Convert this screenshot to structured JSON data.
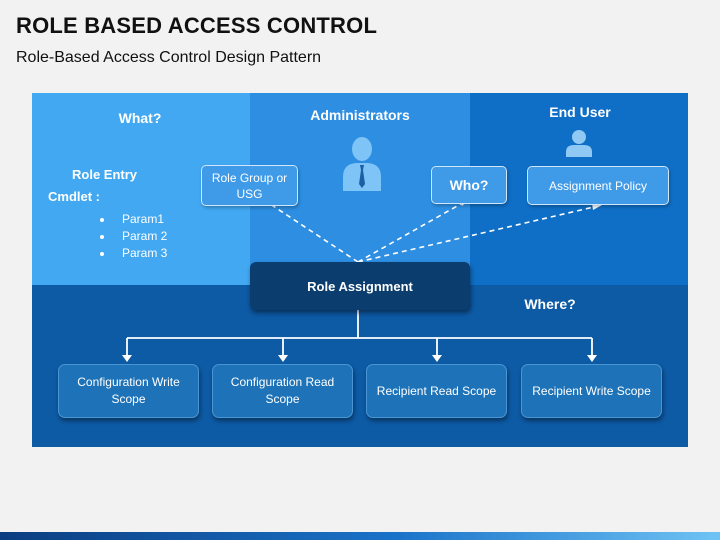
{
  "title": "ROLE BASED ACCESS CONTROL",
  "subtitle": "Role-Based Access Control Design Pattern",
  "what": {
    "heading": "What?",
    "role_entry": "Role Entry",
    "cmdlet": "Cmdlet :",
    "params": [
      "Param1",
      "Param 2",
      "Param 3"
    ]
  },
  "administrators": {
    "heading": "Administrators",
    "icon": "person-tie-icon",
    "role_group": "Role Group or USG",
    "who": "Who?"
  },
  "end_user": {
    "heading": "End User",
    "icon": "user-icon",
    "assignment_policy": "Assignment Policy"
  },
  "role_assignment": "Role Assignment",
  "where": {
    "heading": "Where?",
    "scopes": [
      "Configuration Write Scope",
      "Configuration Read Scope",
      "Recipient Read Scope",
      "Recipient Write Scope"
    ]
  },
  "colors": {
    "what_panel": "#42a8f2",
    "admin_panel": "#2d8ee2",
    "user_panel": "#0f6fc6",
    "where_panel": "#0d5aa5",
    "role_assignment": "#0b3d6e"
  }
}
